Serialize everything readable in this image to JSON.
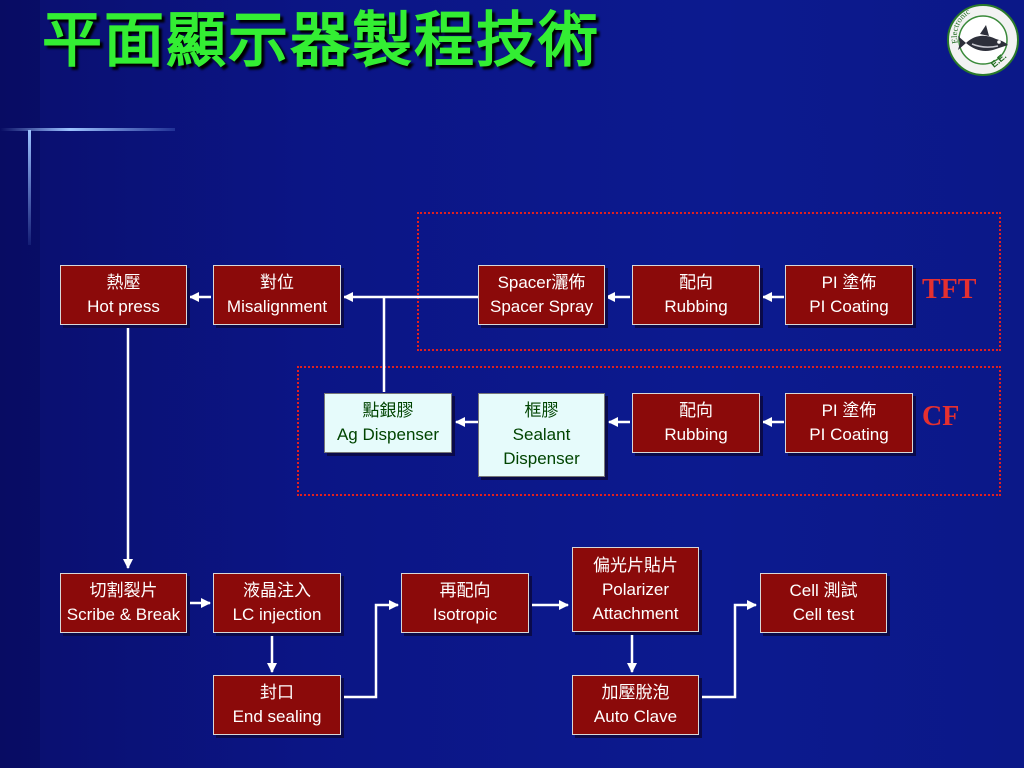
{
  "slide": {
    "title": "平面顯示器製程技術",
    "logo": {
      "ring_text": "Electronic",
      "initials": "E.E.",
      "icon": "fish-icon"
    }
  },
  "groups": {
    "tft_label": "TFT",
    "cf_label": "CF"
  },
  "steps": {
    "hot_press": {
      "zh": "熱壓",
      "en": "Hot press"
    },
    "misalignment": {
      "zh": "對位",
      "en": "Misalignment"
    },
    "spacer_spray": {
      "zh": "Spacer灑佈",
      "en": "Spacer Spray"
    },
    "tft_rubbing": {
      "zh": "配向",
      "en": "Rubbing"
    },
    "tft_pi_coating": {
      "zh": "PI 塗佈",
      "en": "PI Coating"
    },
    "ag_dispenser": {
      "zh": "點銀膠",
      "en": "Ag Dispenser"
    },
    "sealant_dispenser": {
      "zh": "框膠",
      "en1": "Sealant",
      "en2": "Dispenser"
    },
    "cf_rubbing": {
      "zh": "配向",
      "en": "Rubbing"
    },
    "cf_pi_coating": {
      "zh": "PI 塗佈",
      "en": "PI Coating"
    },
    "scribe_break": {
      "zh": "切割裂片",
      "en": "Scribe & Break"
    },
    "lc_injection": {
      "zh": "液晶注入",
      "en": "LC injection"
    },
    "isotropic": {
      "zh": "再配向",
      "en": "Isotropic"
    },
    "polarizer": {
      "zh": "偏光片貼片",
      "en1": "Polarizer",
      "en2": "Attachment"
    },
    "cell_test": {
      "zh": "Cell 測試",
      "en": "Cell test"
    },
    "end_sealing": {
      "zh": "封口",
      "en": "End sealing"
    },
    "auto_clave": {
      "zh": "加壓脫泡",
      "en": "Auto Clave"
    }
  },
  "colors": {
    "background": "#0b1585",
    "title": "#33ee33",
    "box_fill": "#8b0a0a",
    "box_light_fill": "#e6fbfb",
    "group_border": "#e02020",
    "arrow": "#ffffff"
  }
}
